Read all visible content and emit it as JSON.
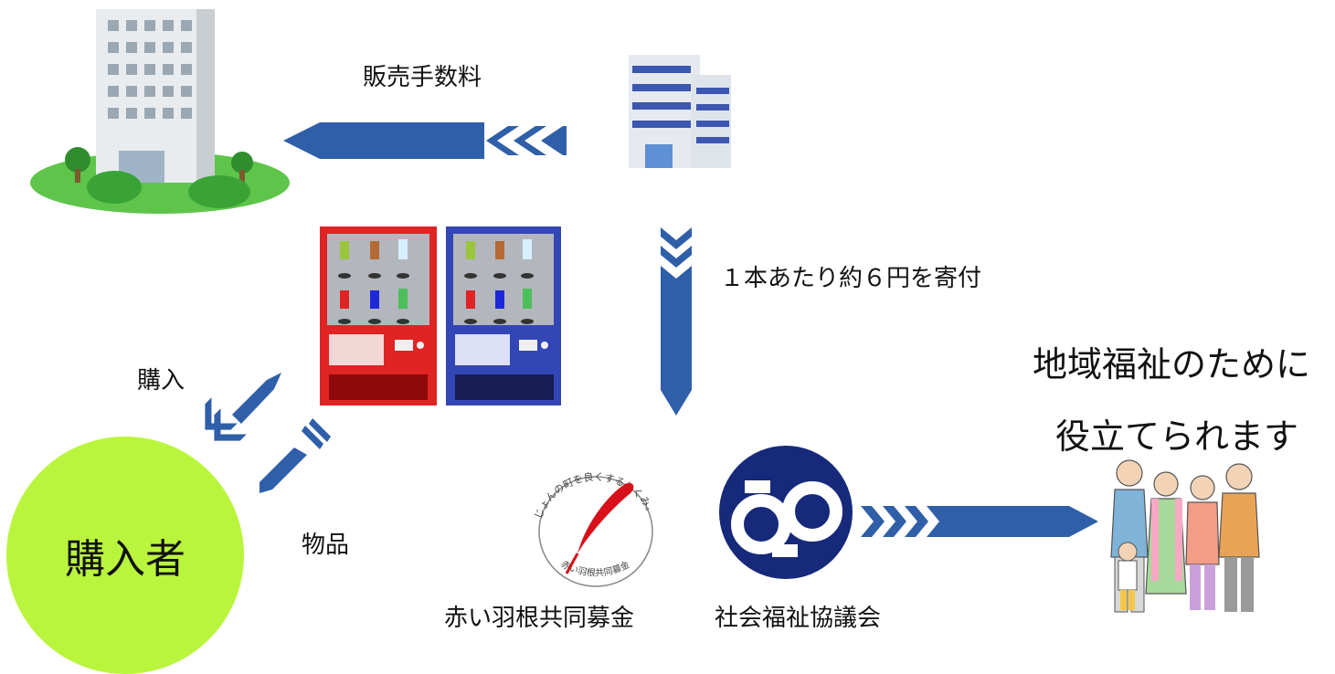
{
  "labels": {
    "commission": "販売手数料",
    "donation_per_bottle": "１本あたり約６円を寄付",
    "purchase": "購入",
    "goods": "物品",
    "buyer": "購入者",
    "welfare_line1": "地域福祉のために",
    "welfare_line2": "役立てられます",
    "red_feather": "赤い羽根共同募金",
    "council": "社会福祉協議会"
  },
  "logo": {
    "red_feather_ring_text_top": "じょんの町を良くするしくみ。",
    "red_feather_ring_text_bottom": "赤い羽根共同募金"
  },
  "colors": {
    "arrow_blue": "#2f5fa8",
    "buyer_green": "#b9f53d",
    "vending_red": "#e02323",
    "vending_blue": "#3346b5",
    "council_navy": "#16297a",
    "feather_red": "#d8101c",
    "lawn_green": "#5ec54a"
  },
  "icons": [
    "office-building-icon",
    "company-building-icon",
    "vending-machine-icon",
    "red-feather-logo",
    "council-logo",
    "family-icon"
  ]
}
